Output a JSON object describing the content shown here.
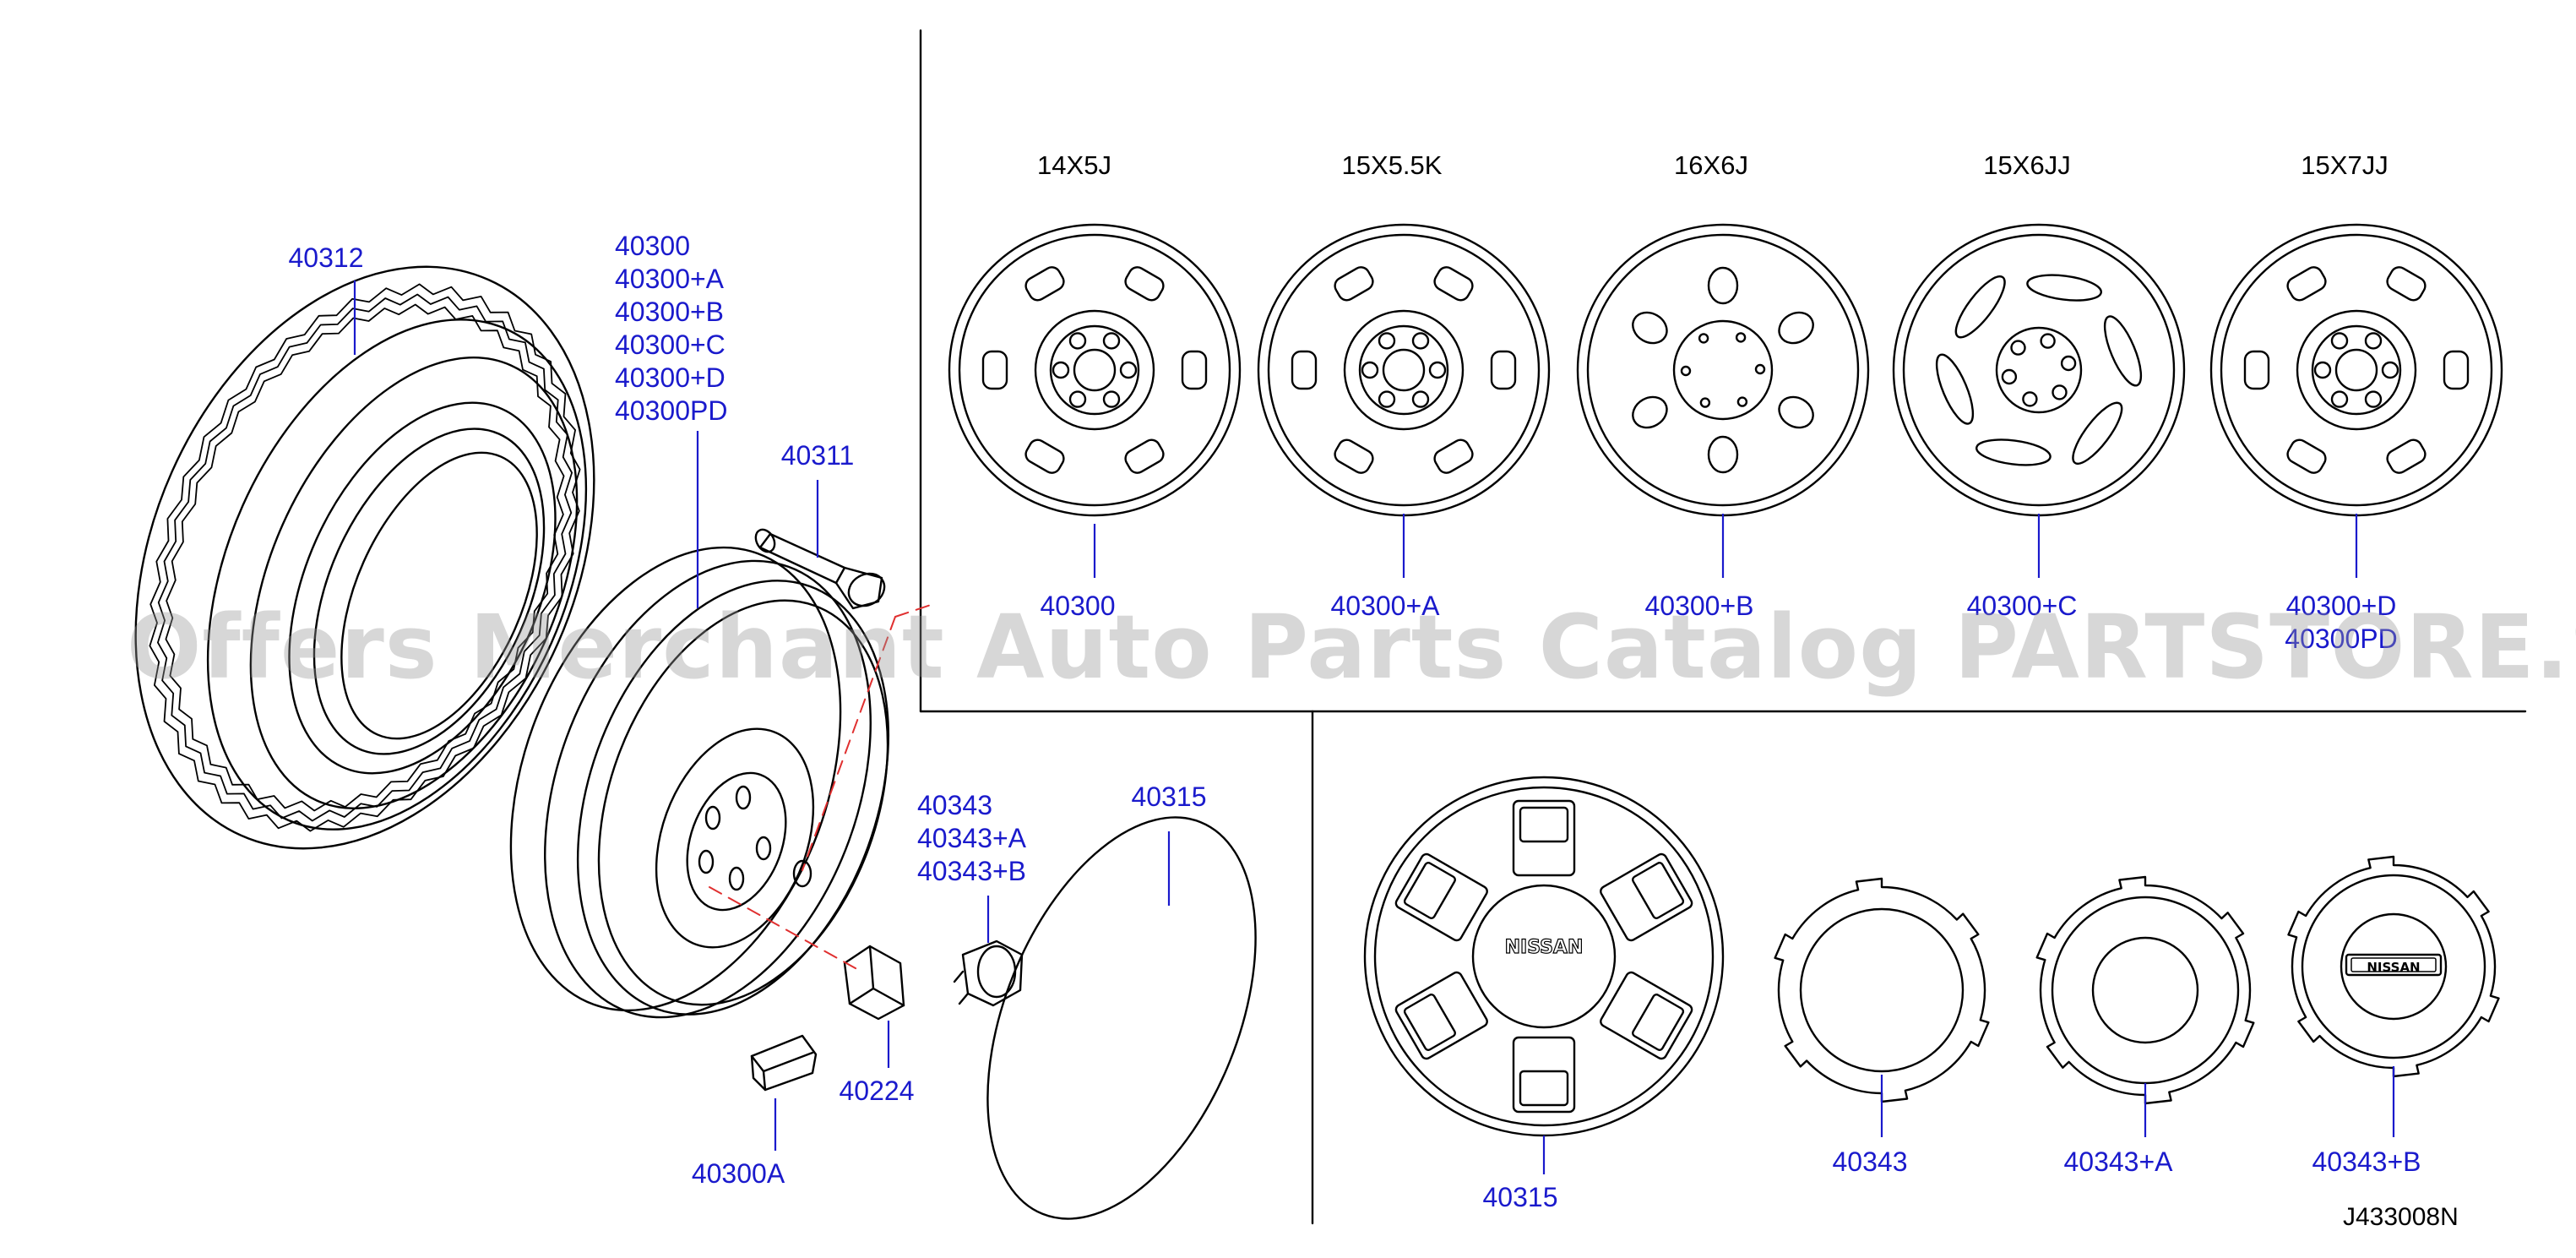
{
  "diagram_code": "J433008N",
  "watermark": "Offers Merchant Auto Parts Catalog PARTSTORE.SA",
  "brand_badge": "NISSAN",
  "line_color": "#1a1acc",
  "callouts": {
    "tire": "40312",
    "wheel_assembly": [
      "40300",
      "40300+A",
      "40300+B",
      "40300+C",
      "40300+D",
      "40300PD"
    ],
    "valve": "40311",
    "balance_weight": "40300A",
    "nut": "40224",
    "center_cap_group": [
      "40343",
      "40343+A",
      "40343+B"
    ],
    "wheel_cover_group": "40315"
  },
  "wheel_options": [
    {
      "size": "14X5J",
      "lines": [
        "40300"
      ]
    },
    {
      "size": "15X5.5K",
      "lines": [
        "40300+A"
      ]
    },
    {
      "size": "16X6J",
      "lines": [
        "40300+B"
      ]
    },
    {
      "size": "15X6JJ",
      "lines": [
        "40300+C"
      ]
    },
    {
      "size": "15X7JJ",
      "lines": [
        "40300+D",
        "40300PD"
      ]
    }
  ],
  "covers": [
    {
      "label": "40315"
    },
    {
      "label": "40343"
    },
    {
      "label": "40343+A"
    },
    {
      "label": "40343+B"
    }
  ]
}
